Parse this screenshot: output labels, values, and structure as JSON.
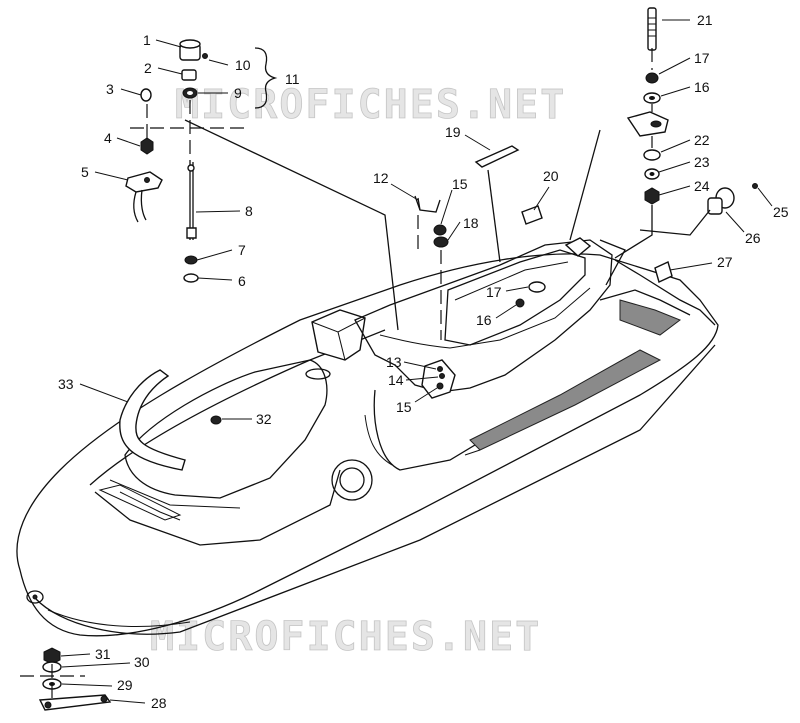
{
  "watermark": "MICROFICHES.NET",
  "callouts": [
    "1",
    "2",
    "3",
    "4",
    "5",
    "6",
    "7",
    "8",
    "9",
    "10",
    "11",
    "12",
    "13",
    "14",
    "15",
    "15",
    "16",
    "16",
    "17",
    "17",
    "18",
    "19",
    "20",
    "21",
    "22",
    "23",
    "24",
    "25",
    "26",
    "27",
    "28",
    "29",
    "30",
    "31",
    "32",
    "33"
  ]
}
